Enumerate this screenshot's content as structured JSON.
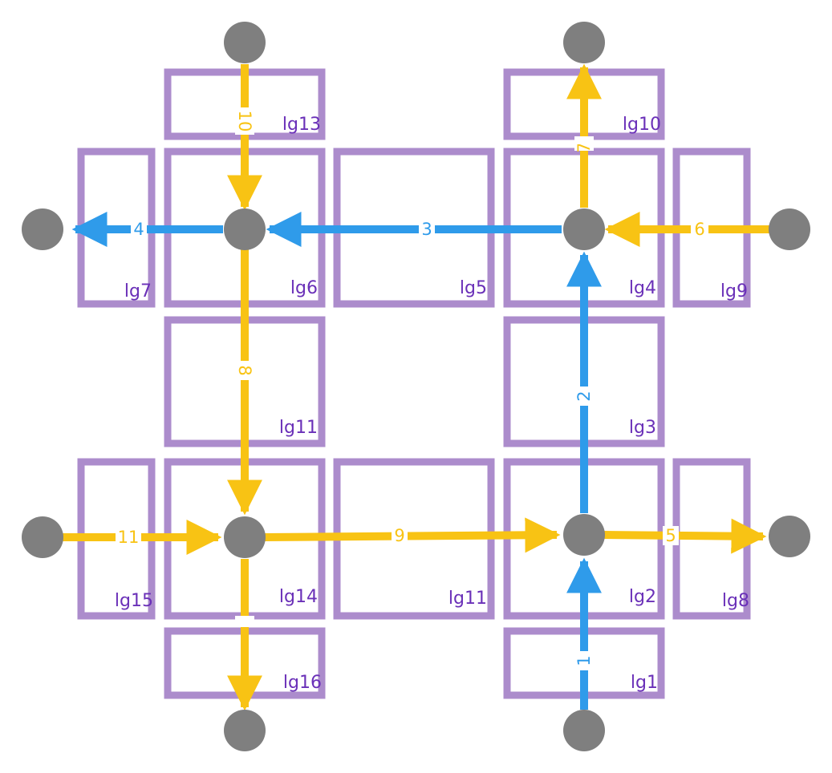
{
  "colors": {
    "node": "#7f7f7f",
    "box": "#ac8ccc",
    "box_label": "#6a30b8",
    "blue": "#2f9bea",
    "yellow": "#f8c314"
  },
  "boxes": [
    {
      "id": "lg1",
      "label": "lg1"
    },
    {
      "id": "lg2",
      "label": "lg2"
    },
    {
      "id": "lg3",
      "label": "lg3"
    },
    {
      "id": "lg4",
      "label": "lg4"
    },
    {
      "id": "lg5",
      "label": "lg5"
    },
    {
      "id": "lg6",
      "label": "lg6"
    },
    {
      "id": "lg7",
      "label": "lg7"
    },
    {
      "id": "lg8",
      "label": "lg8"
    },
    {
      "id": "lg9",
      "label": "lg9"
    },
    {
      "id": "lg10",
      "label": "lg10"
    },
    {
      "id": "lg11a",
      "label": "lg11"
    },
    {
      "id": "lg11b",
      "label": "lg11"
    },
    {
      "id": "lg13",
      "label": "lg13"
    },
    {
      "id": "lg14",
      "label": "lg14"
    },
    {
      "id": "lg15",
      "label": "lg15"
    },
    {
      "id": "lg16",
      "label": "lg16"
    }
  ],
  "edges": [
    {
      "id": "e1",
      "label": "1",
      "color": "blue"
    },
    {
      "id": "e2",
      "label": "2",
      "color": "blue"
    },
    {
      "id": "e3",
      "label": "3",
      "color": "blue"
    },
    {
      "id": "e4",
      "label": "4",
      "color": "blue"
    },
    {
      "id": "e5",
      "label": "5",
      "color": "yellow"
    },
    {
      "id": "e6",
      "label": "6",
      "color": "yellow"
    },
    {
      "id": "e7",
      "label": "7",
      "color": "yellow"
    },
    {
      "id": "e8",
      "label": "8",
      "color": "yellow"
    },
    {
      "id": "e9",
      "label": "9",
      "color": "yellow"
    },
    {
      "id": "e10",
      "label": "10",
      "color": "yellow"
    },
    {
      "id": "e11",
      "label": "11",
      "color": "yellow"
    },
    {
      "id": "e12",
      "label": "",
      "color": "yellow"
    }
  ]
}
